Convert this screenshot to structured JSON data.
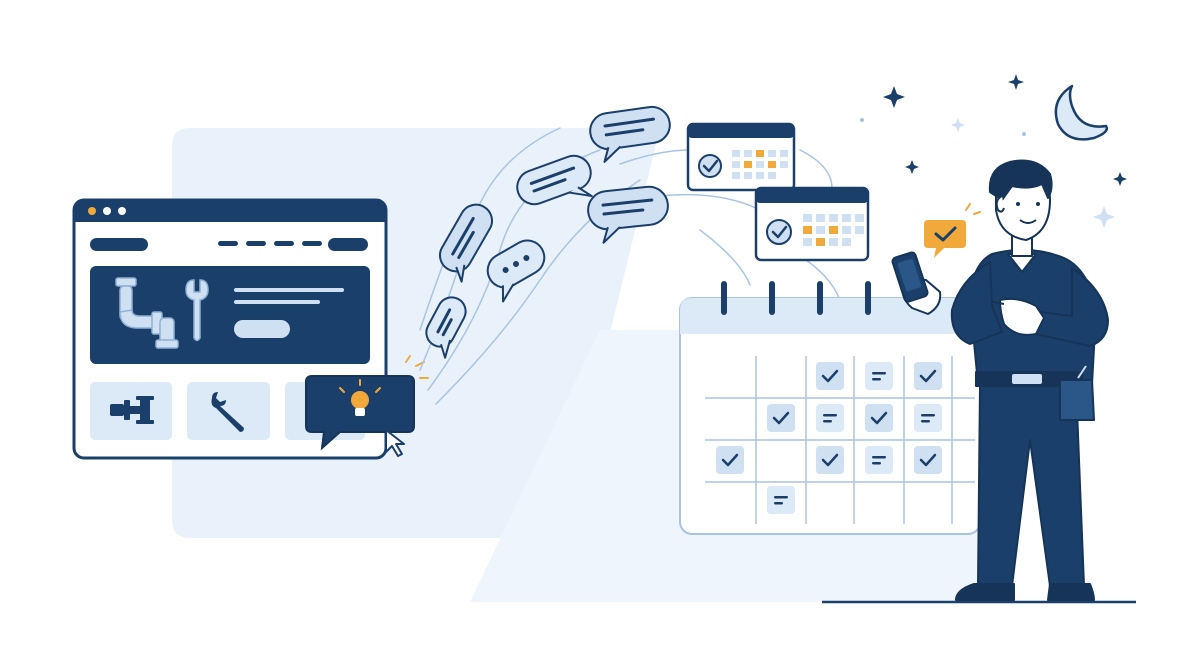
{
  "colors": {
    "navy": "#1b3f6b",
    "navy_dark": "#163457",
    "light_blue": "#e9f2fb",
    "panel_blue": "#dce9f7",
    "cell_blue": "#cfe0f3",
    "accent_orange": "#f2a93b",
    "white": "#ffffff"
  },
  "website_window": {
    "dots": [
      "orange",
      "white",
      "white"
    ],
    "hero_icons": [
      "pipe-icon",
      "wrench-icon"
    ],
    "service_tiles": [
      "pipe-fitting-icon",
      "wrench-icon",
      "lightbulb-icon"
    ]
  },
  "chat_bubbles": [
    "text",
    "text",
    "text",
    "text",
    "typing",
    "text"
  ],
  "mini_calendars": [
    "mini-calendar-1",
    "mini-calendar-2"
  ],
  "calendar": {
    "rings": 4,
    "rows": 4,
    "cols": 6,
    "markers": [
      {
        "row": 0,
        "col": 2,
        "type": "check"
      },
      {
        "row": 0,
        "col": 3,
        "type": "note"
      },
      {
        "row": 0,
        "col": 4,
        "type": "check"
      },
      {
        "row": 1,
        "col": 1,
        "type": "check"
      },
      {
        "row": 1,
        "col": 2,
        "type": "note"
      },
      {
        "row": 1,
        "col": 3,
        "type": "check"
      },
      {
        "row": 1,
        "col": 4,
        "type": "note"
      },
      {
        "row": 2,
        "col": 0,
        "type": "check"
      },
      {
        "row": 2,
        "col": 2,
        "type": "check"
      },
      {
        "row": 2,
        "col": 3,
        "type": "note"
      },
      {
        "row": 2,
        "col": 4,
        "type": "check"
      },
      {
        "row": 3,
        "col": 1,
        "type": "note"
      }
    ]
  },
  "technician": {
    "holding": "smartphone-icon",
    "notification": "check-icon"
  },
  "sky": [
    "moon-icon",
    "star-icon",
    "star-icon",
    "star-icon",
    "sparkle-icon"
  ]
}
